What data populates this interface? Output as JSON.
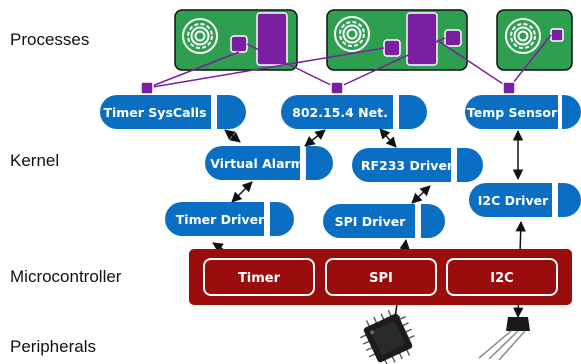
{
  "layers": {
    "processes": "Processes",
    "kernel": "Kernel",
    "microcontroller": "Microcontroller",
    "peripherals": "Peripherals"
  },
  "capsules": {
    "timer_syscalls": "Timer SysCalls",
    "net_802154": "802.15.4 Net.",
    "temp_sensor": "Temp Sensor",
    "virtual_alarm": "Virtual Alarm",
    "rf233_driver": "RF233 Driver",
    "timer_driver": "Timer Driver",
    "spi_driver": "SPI Driver",
    "i2c_driver": "I2C Driver"
  },
  "hardware": {
    "timer": "Timer",
    "spi": "SPI",
    "i2c": "I2C"
  },
  "icons": [
    "gear-icon",
    "microchip-icon",
    "temperature-sensor-icon"
  ],
  "colors": {
    "process_green": "#2e9e4f",
    "capsule_blue": "#0a6fc2",
    "mcu_red": "#9b0d0d",
    "syscall_purple": "#7a1fa2"
  }
}
